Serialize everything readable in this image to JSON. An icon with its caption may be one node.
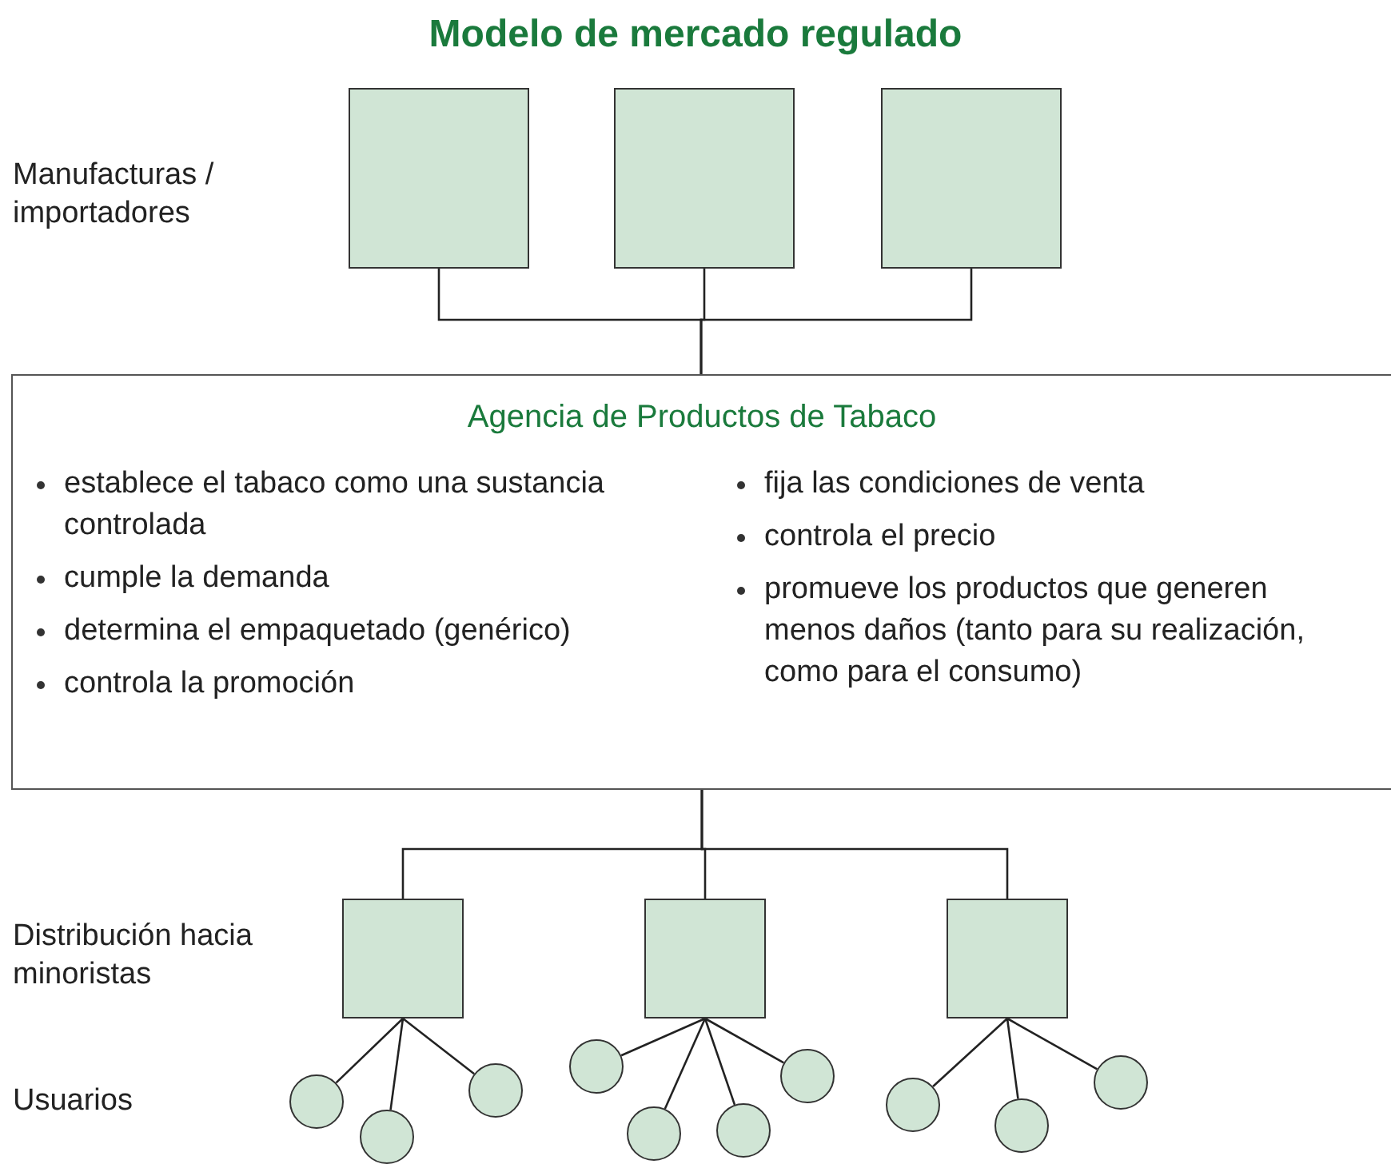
{
  "diagram": {
    "title": "Modelo de mercado regulado",
    "nodes": [
      {
        "text": [],
        "shape": "box"
      },
      {
        "text": [],
        "shape": "box"
      },
      {
        "text": [],
        "shape": "box"
      },
      {
        "text": [
          "Agencia de Productos de Tabaco",
          "establece el tabaco como una sustancia controlada",
          "cumple la demanda",
          "determina el empaquetado (genérico)",
          "controla la promoción",
          "fija las condiciones de venta",
          "controla el precio",
          "promueve los productos que generen menos daños (tanto para su realización, como para el consumo)"
        ]
      },
      {
        "text": [],
        "shape": "box"
      },
      {
        "text": [],
        "shape": "box"
      },
      {
        "text": [],
        "shape": "box"
      },
      {
        "text": [],
        "shape": "circle"
      },
      {
        "text": [],
        "shape": "circle"
      },
      {
        "text": [],
        "shape": "circle"
      },
      {
        "text": [],
        "shape": "circle"
      },
      {
        "text": [],
        "shape": "circle"
      },
      {
        "text": [],
        "shape": "circle"
      },
      {
        "text": [],
        "shape": "circle"
      },
      {
        "text": [],
        "shape": "circle"
      },
      {
        "text": [],
        "shape": "circle"
      },
      {
        "text": [],
        "shape": "circle"
      }
    ],
    "edges": [
      {
        "from": 0,
        "to": 3,
        "arrow": "none"
      },
      {
        "from": 1,
        "to": 3,
        "arrow": "none"
      },
      {
        "from": 2,
        "to": 3,
        "arrow": "none"
      },
      {
        "from": 3,
        "to": 4,
        "arrow": "none"
      },
      {
        "from": 3,
        "to": 5,
        "arrow": "none"
      },
      {
        "from": 3,
        "to": 6,
        "arrow": "none"
      },
      {
        "from": 4,
        "to": 7,
        "arrow": "none"
      },
      {
        "from": 4,
        "to": 8,
        "arrow": "none"
      },
      {
        "from": 4,
        "to": 9,
        "arrow": "none"
      },
      {
        "from": 5,
        "to": 10,
        "arrow": "none"
      },
      {
        "from": 5,
        "to": 11,
        "arrow": "none"
      },
      {
        "from": 5,
        "to": 12,
        "arrow": "none"
      },
      {
        "from": 5,
        "to": 13,
        "arrow": "none"
      },
      {
        "from": 6,
        "to": 14,
        "arrow": "none"
      },
      {
        "from": 6,
        "to": 15,
        "arrow": "none"
      },
      {
        "from": 6,
        "to": 16,
        "arrow": "none"
      }
    ],
    "labels": [
      "Manufacturas / importadores",
      "Distribución hacia minoristas",
      "Usuarios"
    ]
  }
}
